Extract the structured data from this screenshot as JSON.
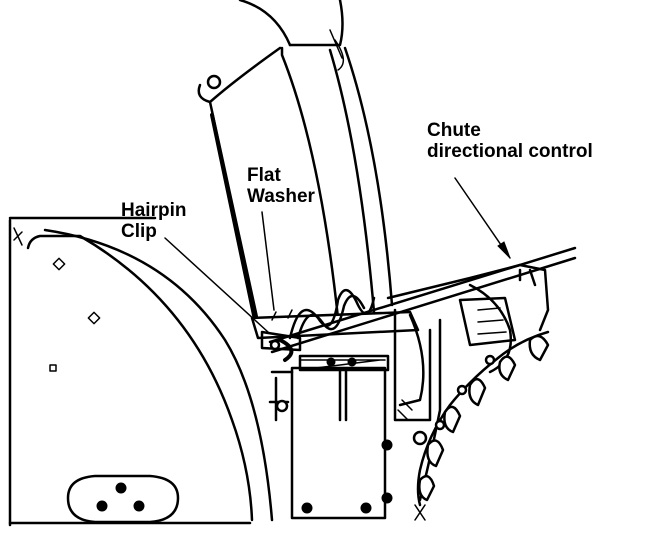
{
  "labels": {
    "chute_control_line1": "Chute",
    "chute_control_line2": "directional control",
    "flat_washer_line1": "Flat",
    "flat_washer_line2": "Washer",
    "hairpin_clip_line1": "Hairpin",
    "hairpin_clip_line2": "Clip"
  },
  "colors": {
    "line": "#000000",
    "background": "#ffffff"
  }
}
